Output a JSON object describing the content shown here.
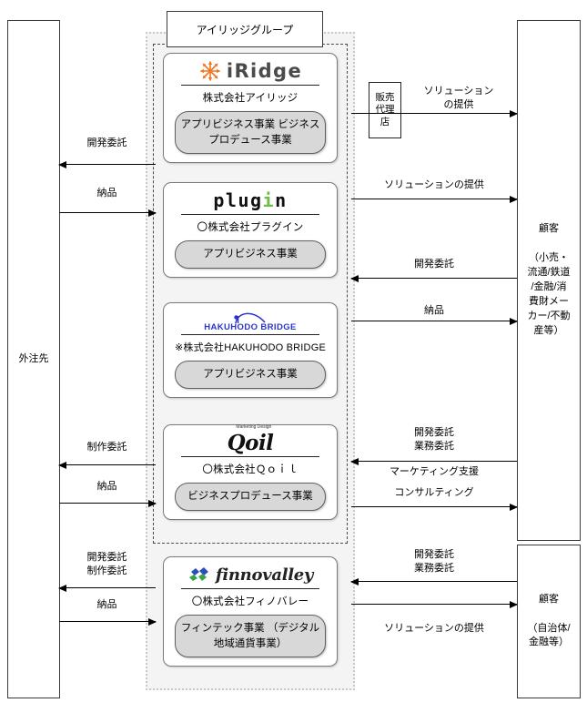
{
  "group": {
    "title": "アイリッジグループ",
    "companies": [
      {
        "logo_name": "iridge-logo",
        "logo_text": "iRidge",
        "corp_name": "株式会社アイリッジ",
        "business": "アプリビジネス事業\nビジネスプロデュース事業"
      },
      {
        "logo_name": "plugin-logo",
        "logo_text": "plugin",
        "corp_name": "〇株式会社プラグイン",
        "business": "アプリビジネス事業"
      },
      {
        "logo_name": "hakuhodo-bridge-logo",
        "logo_text": "HAKUHODO BRIDGE",
        "corp_name": "※株式会社HAKUHODO BRIDGE",
        "business": "アプリビジネス事業"
      },
      {
        "logo_name": "qoil-logo",
        "logo_text": "Qoil",
        "logo_sub": "Marketing Design",
        "corp_name": "〇株式会社Ｑｏｉｌ",
        "business": "ビジネスプロデュース事業"
      },
      {
        "logo_name": "finnovalley-logo",
        "logo_text": "finnovalley",
        "corp_name": "〇株式会社フィノバレー",
        "business": "フィンテック事業\n（デジタル地域通貨事業）"
      }
    ]
  },
  "left_entity": {
    "label": "外注先"
  },
  "right_entities": [
    {
      "label": "顧客\n\n（小売・\n流通/鉄道\n/金融/消\n費財メー\nカー/不動\n産等）"
    },
    {
      "label": "顧客\n\n（自治体/\n金融等）"
    }
  ],
  "agency": {
    "label": "販売\n代理\n店"
  },
  "left_flows": [
    {
      "label": "開発委託",
      "direction": "left"
    },
    {
      "label": "納品",
      "direction": "right"
    },
    {
      "label": "制作委託",
      "direction": "left"
    },
    {
      "label": "納品",
      "direction": "right"
    },
    {
      "label": "開発委託\n制作委託",
      "direction": "left"
    },
    {
      "label": "納品",
      "direction": "right"
    }
  ],
  "right_flows": [
    {
      "label": "ソリューション\nの提供",
      "direction": "right"
    },
    {
      "label": "ソリューションの提供",
      "direction": "right"
    },
    {
      "label": "開発委託",
      "direction": "left"
    },
    {
      "label": "納品",
      "direction": "right"
    },
    {
      "label": "開発委託\n業務委託",
      "direction": "left"
    },
    {
      "label": "マーケティング支援",
      "direction": "none"
    },
    {
      "label": "コンサルティング",
      "direction": "right"
    },
    {
      "label": "開発委託\n業務委託",
      "direction": "left"
    },
    {
      "label": "ソリューションの提供",
      "direction": "right"
    }
  ],
  "colors": {
    "iridge_orange": "#ee7723",
    "plugin_green": "#6cbe45",
    "hakuhodo_blue": "#2b35c8",
    "finno_blue": "#2b4fb8",
    "finno_green": "#3aa34a",
    "pill_gray": "#d8d8d8",
    "group_bg": "#f4f4f4"
  }
}
